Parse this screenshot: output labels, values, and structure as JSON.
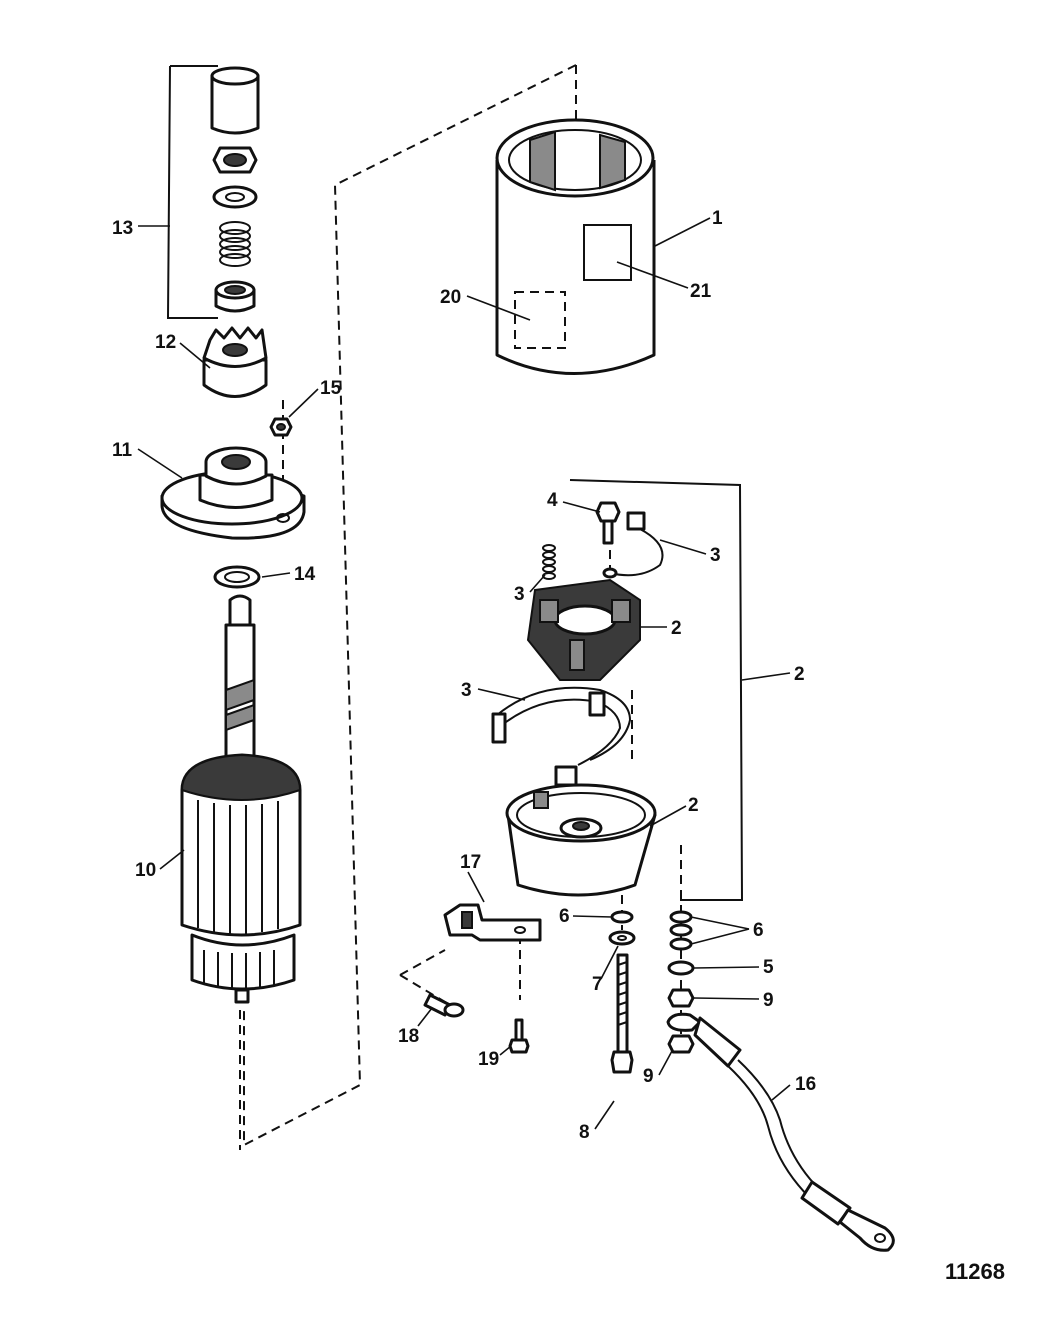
{
  "figure_number": "11268",
  "callouts": {
    "c1": "1",
    "c2a": "2",
    "c2b": "2",
    "c2c": "2",
    "c3a": "3",
    "c3b": "3",
    "c3c": "3",
    "c4": "4",
    "c5": "5",
    "c6a": "6",
    "c6b": "6",
    "c7": "7",
    "c8": "8",
    "c9a": "9",
    "c9b": "9",
    "c10": "10",
    "c11": "11",
    "c12": "12",
    "c13": "13",
    "c14": "14",
    "c15": "15",
    "c16": "16",
    "c17": "17",
    "c18": "18",
    "c19": "19",
    "c20": "20",
    "c21": "21"
  }
}
